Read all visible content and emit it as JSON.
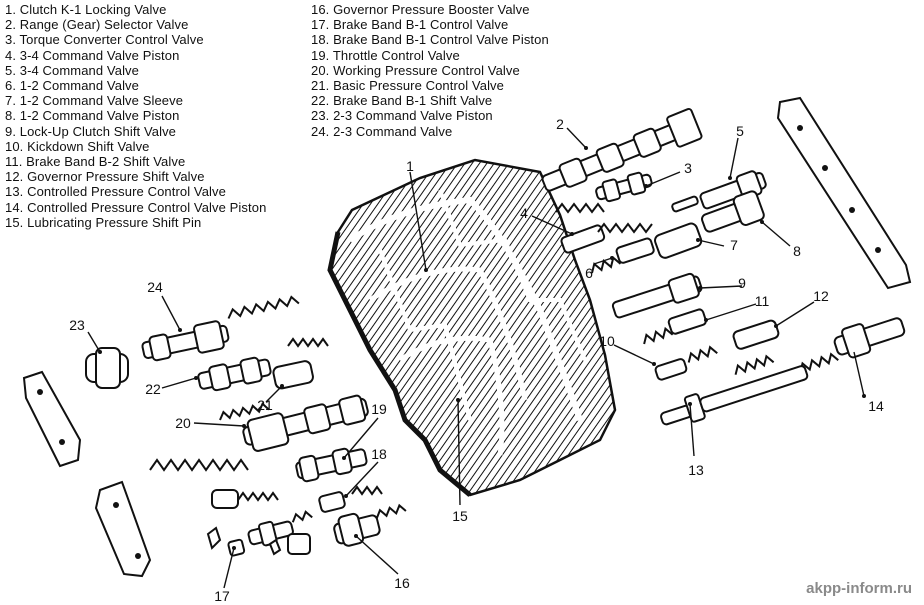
{
  "legend_left": [
    "1. Clutch K-1 Locking Valve",
    "2. Range (Gear) Selector Valve",
    "3. Torque Converter Control Valve",
    "4. 3-4 Command Valve Piston",
    "5. 3-4 Command Valve",
    "6. 1-2 Command Valve",
    "7. 1-2 Command Valve Sleeve",
    "8. 1-2 Command Valve Piston",
    "9. Lock-Up Clutch Shift Valve",
    "10. Kickdown Shift Valve",
    "11. Brake Band B-2 Shift Valve",
    "12. Governor Pressure Shift Valve",
    "13. Controlled Pressure Control Valve",
    "14. Controlled Pressure Control Valve Piston",
    "15. Lubricating Pressure Shift Pin"
  ],
  "legend_right": [
    "16. Governor Pressure Booster Valve",
    "17. Brake Band B-1 Control Valve",
    "18. Brake Band B-1 Control Valve Piston",
    "19. Throttle Control Valve",
    "20. Working Pressure Control Valve",
    "21. Basic Pressure Control Valve",
    "22. Brake Band B-1 Shift Valve",
    "23. 2-3 Command Valve Piston",
    "24. 2-3 Command Valve"
  ],
  "callouts": [
    "1",
    "2",
    "3",
    "4",
    "5",
    "6",
    "7",
    "8",
    "9",
    "10",
    "11",
    "12",
    "13",
    "14",
    "15",
    "16",
    "17",
    "18",
    "19",
    "20",
    "21",
    "22",
    "23",
    "24"
  ],
  "watermark": "akpp-inform.ru",
  "colors": {
    "ink": "#111111",
    "part_fill": "#ffffff",
    "watermark": "#8a8a8a"
  }
}
